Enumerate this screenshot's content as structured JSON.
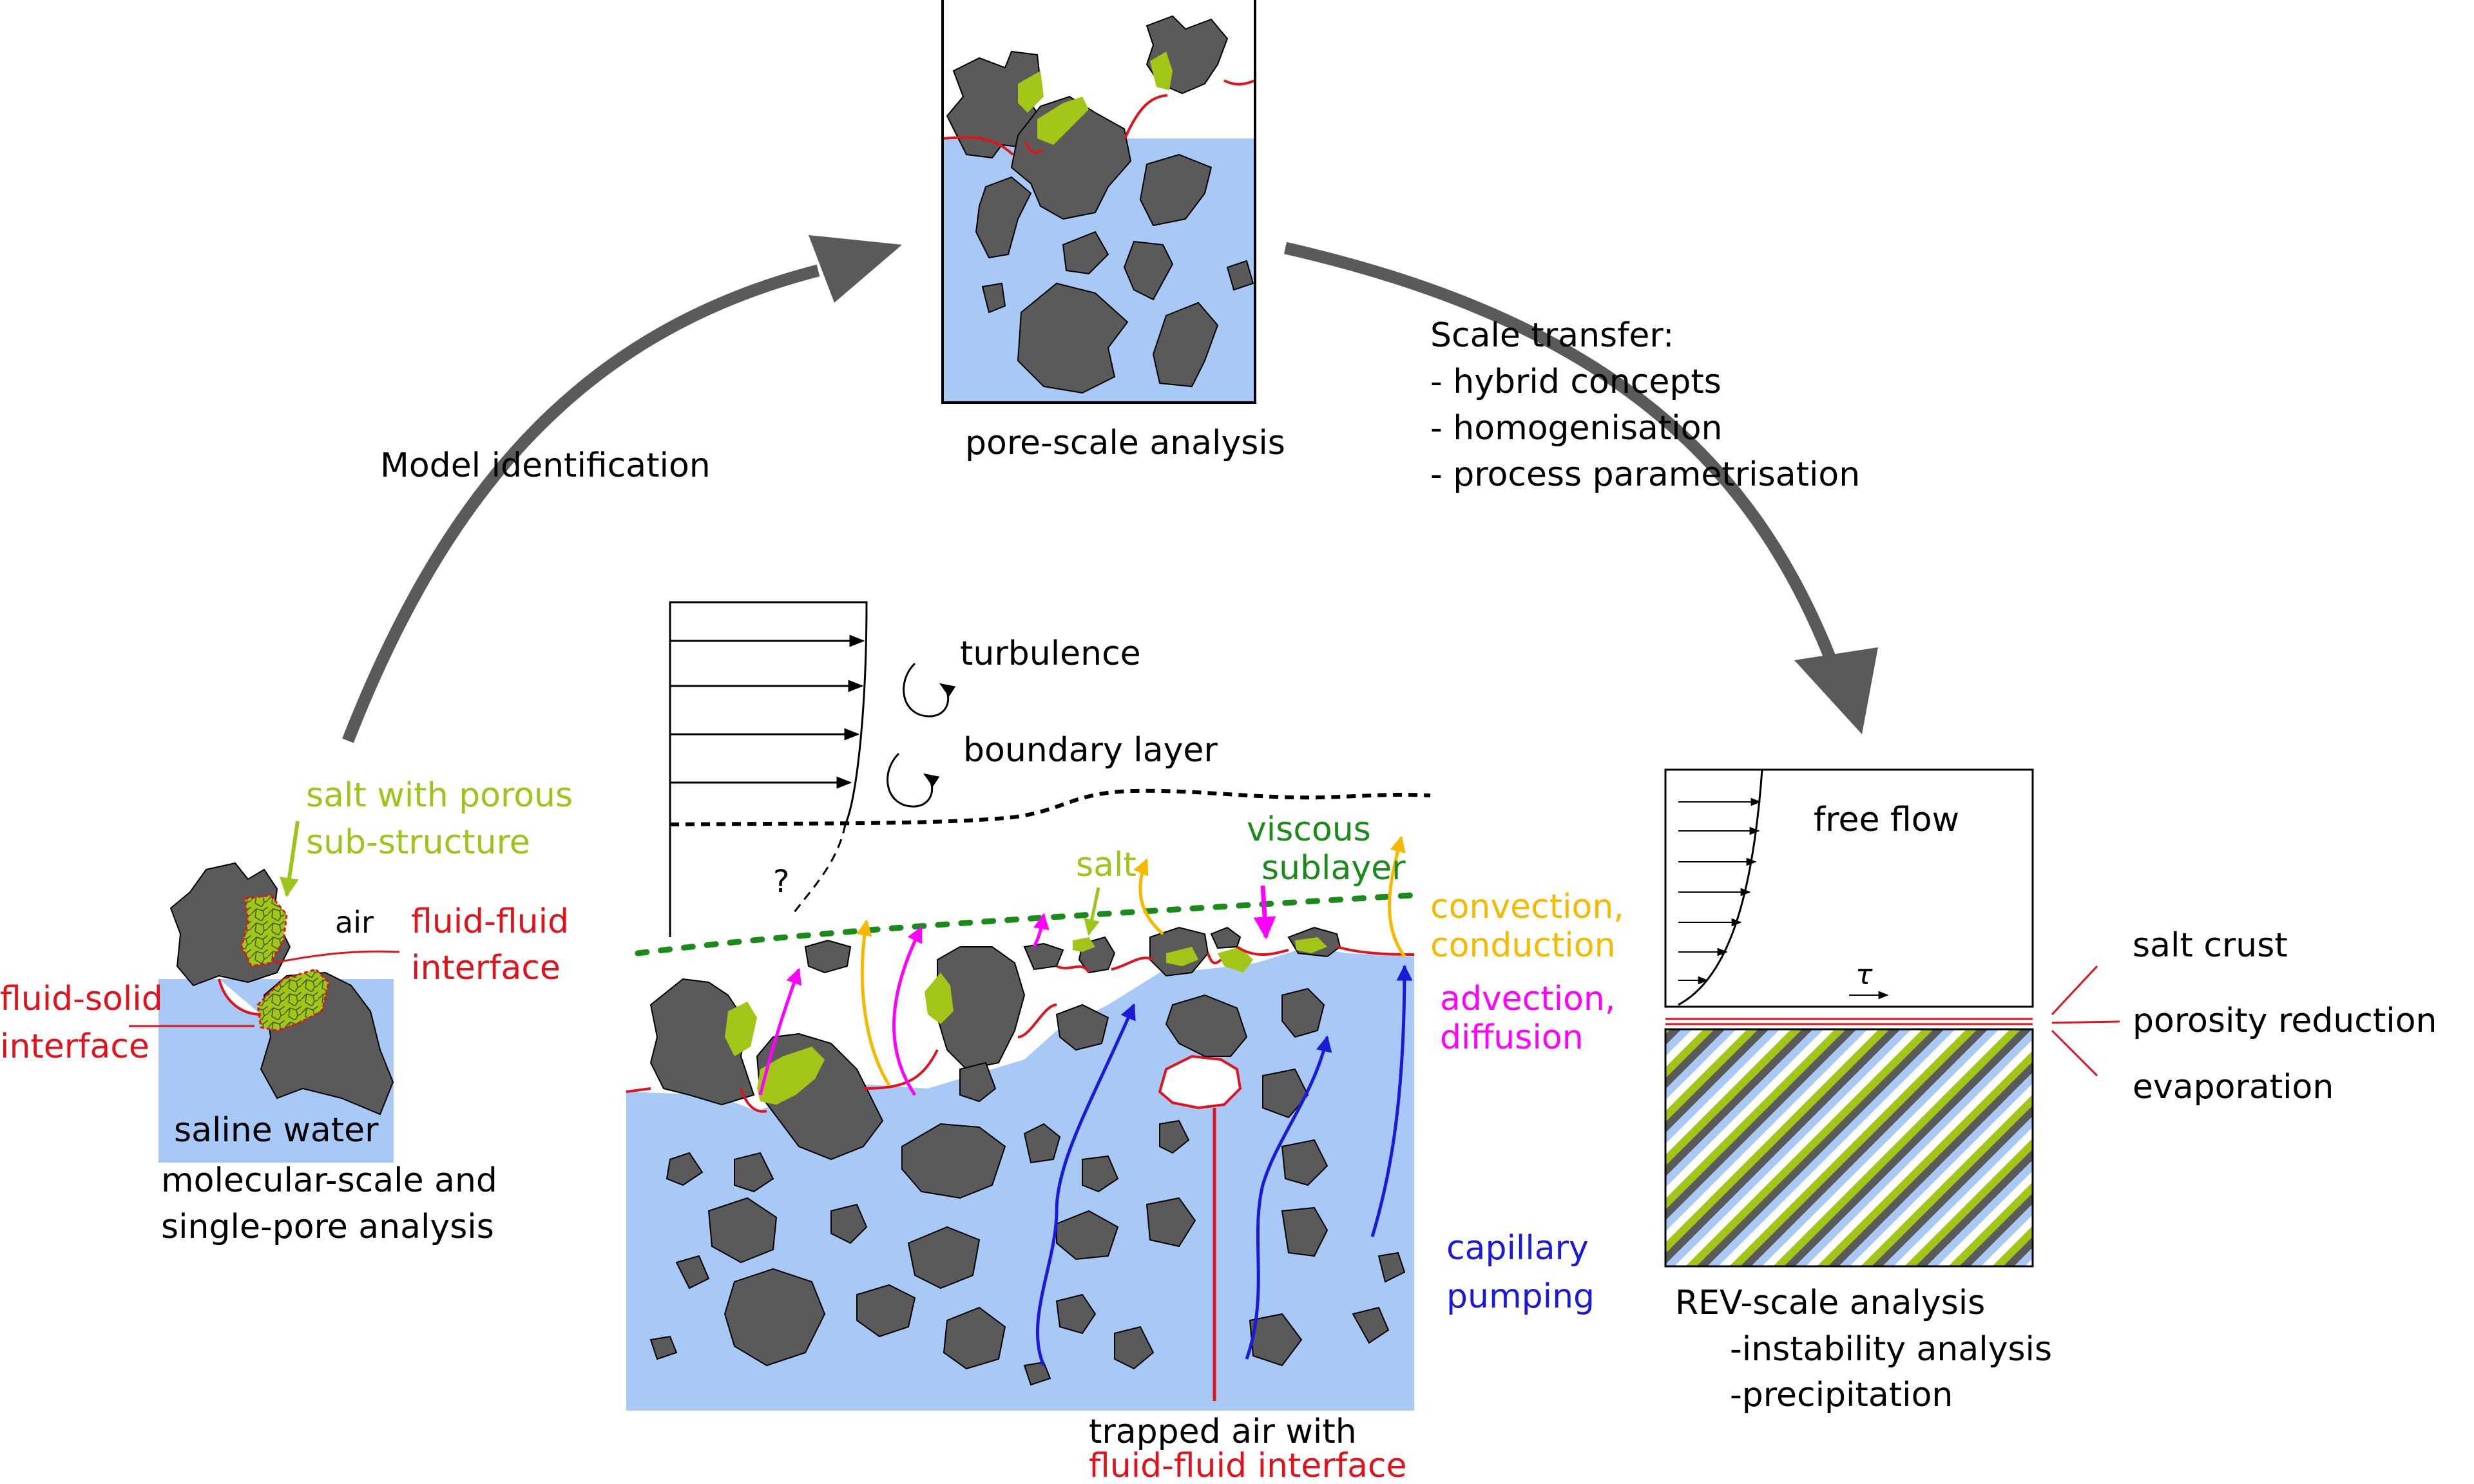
{
  "colors": {
    "water": "#a8c8f5",
    "grain": "#5a5a5a",
    "salt": "#a1c617",
    "salt_label": "#9cc41a",
    "interface": "#e0131d",
    "transport": "#ff00ff",
    "heat": "#f7b800",
    "capillary": "#1a1ad8",
    "sublayer": "#1a8a1a",
    "cycle_arrow": "#5a5a5a",
    "text": "#000000"
  },
  "cycle": {
    "model_identification": "Model identification",
    "scale_transfer": {
      "title": "Scale transfer:",
      "items": [
        "- hybrid concepts",
        "- homogenisation",
        "- process parametrisation"
      ]
    }
  },
  "pore_scale": {
    "caption": "pore-scale analysis"
  },
  "molecular": {
    "salt_label_line1": "salt with porous",
    "salt_label_line2": "sub-structure",
    "air": "air",
    "fluid_fluid_line1": "fluid-fluid",
    "fluid_fluid_line2": "interface",
    "fluid_solid_line1": "fluid-solid",
    "fluid_solid_line2": "interface",
    "saline_water": "saline water",
    "caption_line1": "molecular-scale and",
    "caption_line2": "single-pore analysis"
  },
  "main": {
    "turbulence": "turbulence",
    "boundary_layer": "boundary layer",
    "question": "?",
    "salt": "salt",
    "viscous": "viscous",
    "sublayer": "sublayer",
    "convection": "convection,",
    "conduction": "conduction",
    "advection": "advection,",
    "diffusion": "diffusion",
    "capillary": "capillary",
    "pumping": "pumping",
    "trapped_line1": "trapped air with",
    "trapped_line2": "fluid-fluid interface"
  },
  "rev": {
    "free_flow": "free flow",
    "tau": "τ",
    "salt_crust": "salt crust",
    "porosity_reduction": "porosity reduction",
    "evaporation": "evaporation",
    "caption": "REV-scale analysis",
    "item1": "-instability analysis",
    "item2": "-precipitation"
  }
}
